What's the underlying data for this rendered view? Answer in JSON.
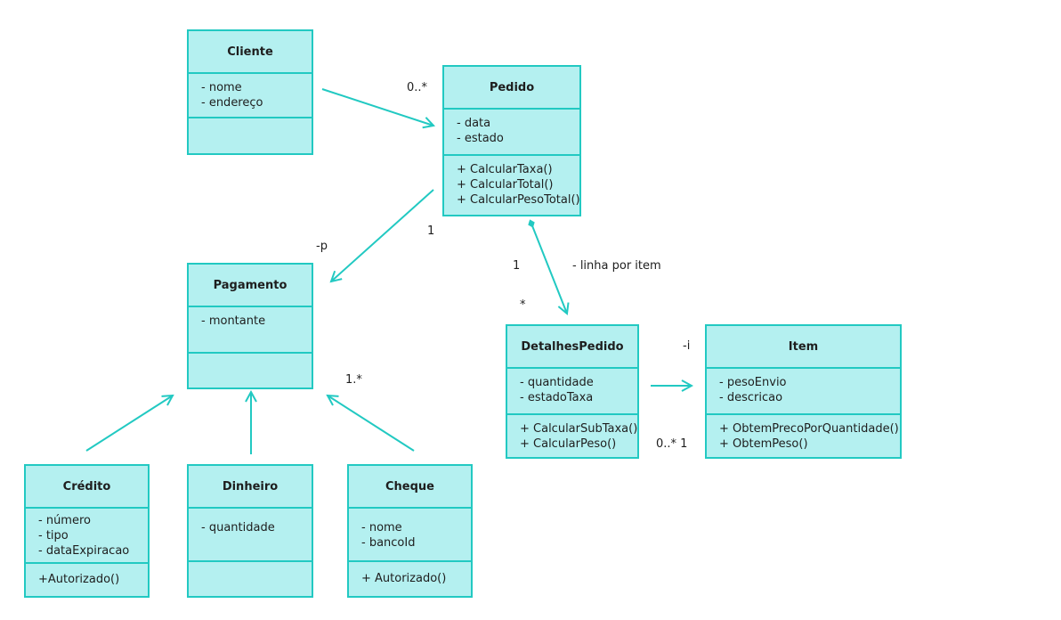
{
  "classes": {
    "cliente": {
      "name": "Cliente",
      "attributes": [
        "- nome",
        "- endereço"
      ],
      "operations": []
    },
    "pedido": {
      "name": "Pedido",
      "attributes": [
        "- data",
        "- estado"
      ],
      "operations": [
        "+ CalcularTaxa()",
        "+ CalcularTotal()",
        "+ CalcularPesoTotal()"
      ]
    },
    "pagamento": {
      "name": "Pagamento",
      "attributes": [
        "- montante"
      ],
      "operations": []
    },
    "detalhes": {
      "name": "DetalhesPedido",
      "attributes": [
        "- quantidade",
        "- estadoTaxa"
      ],
      "operations": [
        "+ CalcularSubTaxa()",
        "+ CalcularPeso()"
      ]
    },
    "item": {
      "name": "Item",
      "attributes": [
        "- pesoEnvio",
        "- descricao"
      ],
      "operations": [
        "+ ObtemPrecoPorQuantidade()",
        "+ ObtemPeso()"
      ]
    },
    "credito": {
      "name": "Crédito",
      "attributes": [
        "- número",
        "- tipo",
        "- dataExpiracao"
      ],
      "operations": [
        "+Autorizado()"
      ]
    },
    "dinheiro": {
      "name": "Dinheiro",
      "attributes": [
        "- quantidade"
      ],
      "operations": []
    },
    "cheque": {
      "name": "Cheque",
      "attributes": [
        "- nome",
        "- bancoId"
      ],
      "operations": [
        "+ Autorizado()"
      ]
    }
  },
  "labels": {
    "cliente_pedido_mult": "0..*",
    "pedido_pagamento_mult": "1",
    "pagamento_role": "-p",
    "pedido_detalhes_mult": "1",
    "detalhes_role": "- linha por item",
    "detalhes_mult": "*",
    "item_role": "-i",
    "detalhes_item_mult": "0..* 1",
    "cheque_mult": "1.*"
  },
  "colors": {
    "fill": "#b4f0f0",
    "stroke": "#22c9c2"
  }
}
